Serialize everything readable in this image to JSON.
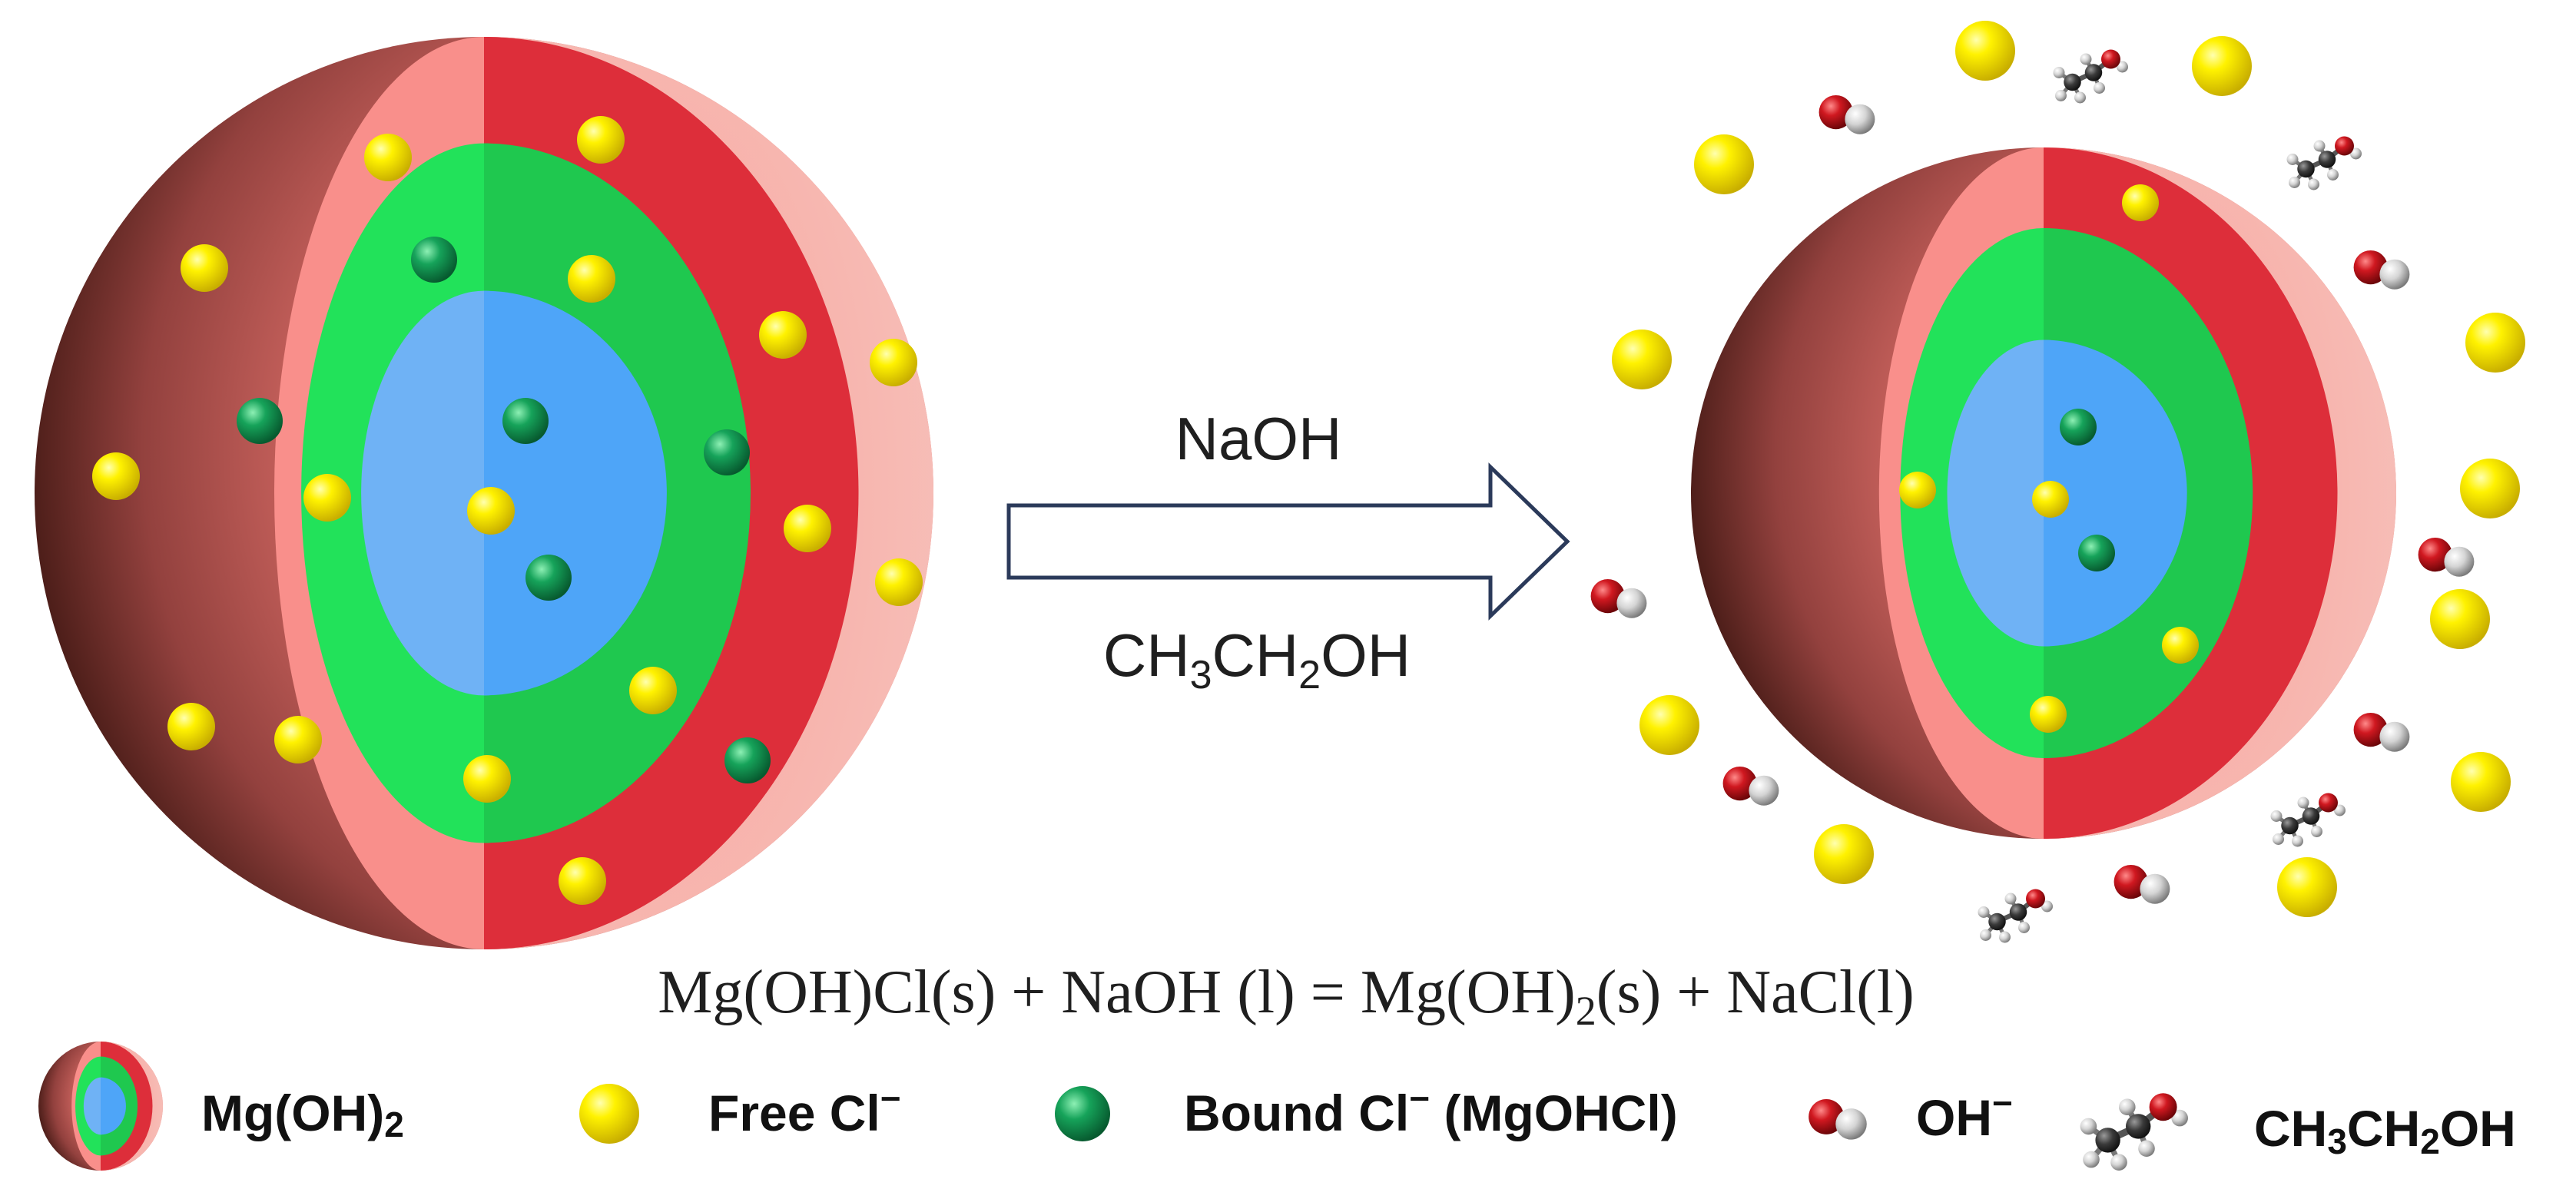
{
  "reagents": {
    "top": "NaOH",
    "bottom_parts": [
      "CH",
      "3",
      "CH",
      "2",
      "OH"
    ]
  },
  "equation": {
    "left": "Mg(OH)Cl(s) + NaOH (l) = Mg(OH)",
    "sub": "2",
    "right": "(s)  + NaCl(l)"
  },
  "legend": {
    "mgoh2": {
      "main": "Mg(OH)",
      "sub": "2"
    },
    "free_cl": {
      "main": "Free Cl",
      "sup": "−"
    },
    "bound_cl": {
      "main": "Bound Cl",
      "sup": "−",
      "tail": " (MgOHCl)"
    },
    "oh": {
      "main": "OH",
      "sup": "−"
    },
    "ethanol_parts": [
      "CH",
      "3",
      "CH",
      "2",
      "OH"
    ]
  },
  "colors": {
    "shell_light": "#f98f8b",
    "shell_dark": "#dd2e3a",
    "green_light": "#22e25a",
    "green_dark": "#1fc84f",
    "blue_light": "#6fb2f5",
    "blue_dark": "#4ea5f8",
    "free_cl": "#f2e200",
    "bound_cl": "#169a57",
    "oxygen": "#c8141d",
    "hydrogen": "#d9d9d9",
    "carbon": "#3a3a3a",
    "arrow": "#2b3a5a"
  },
  "icons": {
    "free_cl": "yellow-sphere",
    "bound_cl": "green-sphere",
    "oh": "oxygen-hydrogen-molecule",
    "ethanol": "ball-and-stick-molecule",
    "particle": "cutaway-sphere"
  }
}
